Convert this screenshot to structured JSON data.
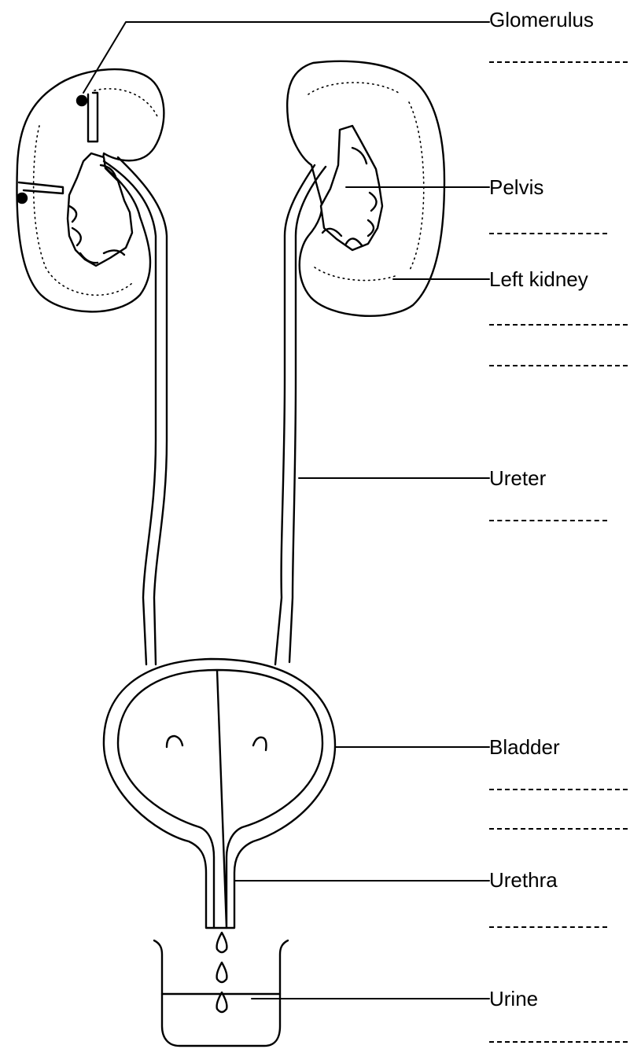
{
  "labels": {
    "glomerulus": "Glomerulus",
    "pelvis": "Pelvis",
    "left_kidney": "Left kidney",
    "ureter": "Ureter",
    "bladder": "Bladder",
    "urethra": "Urethra",
    "urine": "Urine"
  },
  "answer_blank_count": 9
}
